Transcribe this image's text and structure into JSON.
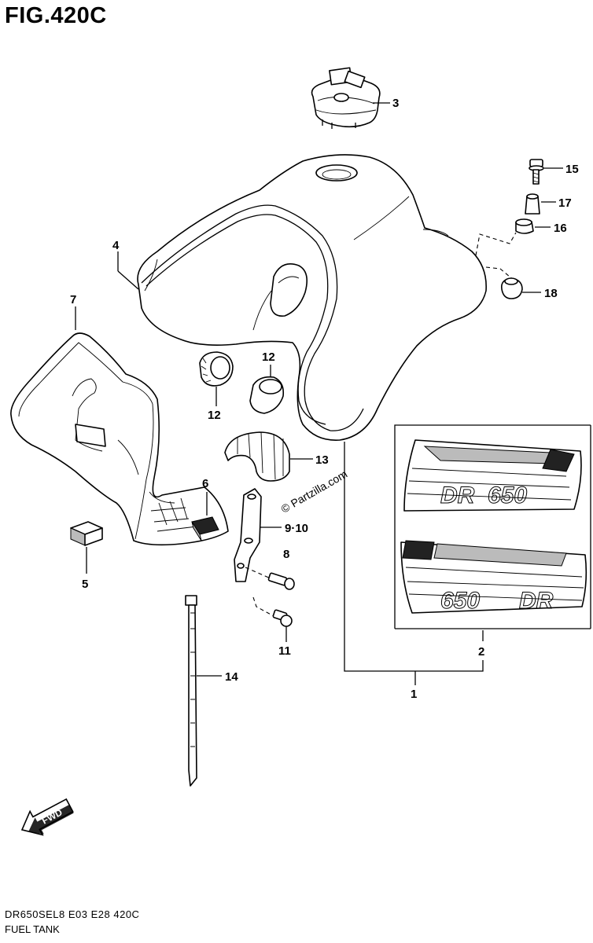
{
  "figure": {
    "title": "FIG.420C",
    "model_code": "DR650SEL8  E03  E28  420C",
    "name": "FUEL TANK"
  },
  "watermark": "© Partzilla.com",
  "fwd_label": "FWD",
  "callouts": {
    "c1": "1",
    "c2": "2",
    "c3": "3",
    "c4": "4",
    "c5": "5",
    "c6": "6",
    "c7": "7",
    "c8": "8",
    "c9_10": "9·10",
    "c11": "11",
    "c12a": "12",
    "c12b": "12",
    "c13": "13",
    "c14": "14",
    "c15": "15",
    "c16": "16",
    "c17": "17",
    "c18": "18"
  }
}
